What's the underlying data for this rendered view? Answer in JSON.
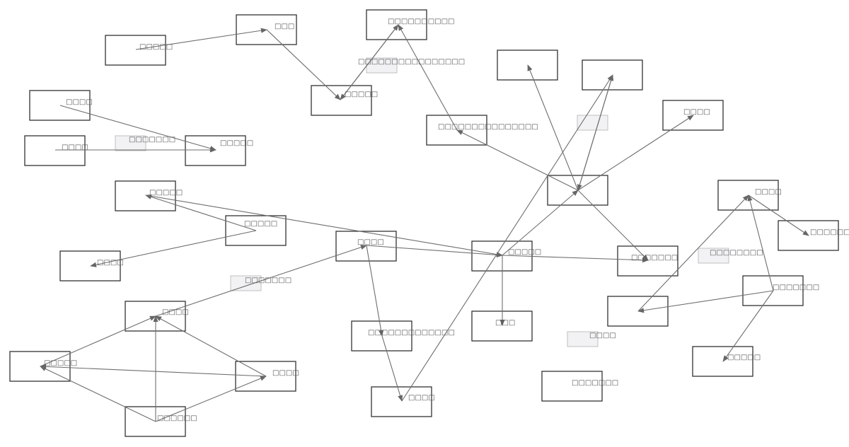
{
  "diagram": {
    "type": "directed-graph",
    "nodes": [
      {
        "id": "n1",
        "label": "□□□□□"
      },
      {
        "id": "n2",
        "label": "□□□"
      },
      {
        "id": "n3",
        "label": "□□□□□□□□□□"
      },
      {
        "id": "n4",
        "label": "□□□□□"
      },
      {
        "id": "n5",
        "label": "□□□□"
      },
      {
        "id": "n6",
        "label": "□□□□"
      },
      {
        "id": "n7",
        "label": "□□□□□"
      },
      {
        "id": "n8",
        "label": "□□□□□"
      },
      {
        "id": "n9",
        "label": "□□□□□"
      },
      {
        "id": "n10",
        "label": "□□□□"
      },
      {
        "id": "n11",
        "label": "□□□□"
      },
      {
        "id": "n12",
        "label": "□□□□"
      },
      {
        "id": "n13",
        "label": "□□□□□"
      },
      {
        "id": "n14",
        "label": "□□□□"
      },
      {
        "id": "n15",
        "label": "□□□□□□"
      },
      {
        "id": "n16",
        "label": "□□□□□□□□□□□□□"
      },
      {
        "id": "n17",
        "label": "□□□□"
      },
      {
        "id": "n18",
        "label": "□□□□□"
      },
      {
        "id": "n19",
        "label": "□□□"
      },
      {
        "id": "n20",
        "label": "□□□□□□□□□□□□□□□"
      },
      {
        "id": "n21",
        "label": ""
      },
      {
        "id": "n22",
        "label": ""
      },
      {
        "id": "n23",
        "label": "□□□□"
      },
      {
        "id": "n24",
        "label": ""
      },
      {
        "id": "n25",
        "label": "□□□□□□□"
      },
      {
        "id": "n26",
        "label": "□□□□"
      },
      {
        "id": "n27",
        "label": "□□□□□□"
      },
      {
        "id": "n28",
        "label": ""
      },
      {
        "id": "n29",
        "label": "□□□□□□□"
      },
      {
        "id": "n30",
        "label": "□□□□□"
      },
      {
        "id": "n31",
        "label": "□□□□□□□"
      }
    ],
    "edges": [
      {
        "from": "n1",
        "to": "n2",
        "label": ""
      },
      {
        "from": "n2",
        "to": "n4",
        "label": ""
      },
      {
        "from": "n4",
        "to": "n3",
        "label": "□□□□□□□□□□□□□□□□"
      },
      {
        "from": "n3",
        "to": "n4",
        "label": ""
      },
      {
        "from": "n5",
        "to": "n7",
        "label": ""
      },
      {
        "from": "n6",
        "to": "n7",
        "label": "□□□□□□□"
      },
      {
        "from": "n9",
        "to": "n8",
        "label": ""
      },
      {
        "from": "n9",
        "to": "n10",
        "label": ""
      },
      {
        "from": "n8",
        "to": "n18",
        "label": ""
      },
      {
        "from": "n14",
        "to": "n11",
        "label": "□□□□□□□"
      },
      {
        "from": "n11",
        "to": "n18",
        "label": ""
      },
      {
        "from": "n13",
        "to": "n14",
        "label": ""
      },
      {
        "from": "n15",
        "to": "n14",
        "label": ""
      },
      {
        "from": "n15",
        "to": "n12",
        "label": ""
      },
      {
        "from": "n15",
        "to": "n13",
        "label": ""
      },
      {
        "from": "n12",
        "to": "n13",
        "label": ""
      },
      {
        "from": "n12",
        "to": "n14",
        "label": ""
      },
      {
        "from": "n11",
        "to": "n16",
        "label": ""
      },
      {
        "from": "n16",
        "to": "n17",
        "label": ""
      },
      {
        "from": "n17",
        "to": "n22",
        "label": ""
      },
      {
        "from": "n18",
        "to": "n19",
        "label": ""
      },
      {
        "from": "n18",
        "to": "n25",
        "label": "□□□□□□□□"
      },
      {
        "from": "n24",
        "to": "n21",
        "label": ""
      },
      {
        "from": "n24",
        "to": "n22",
        "label": ""
      },
      {
        "from": "n22",
        "to": "n24",
        "label": ""
      },
      {
        "from": "n24",
        "to": "n20",
        "label": ""
      },
      {
        "from": "n20",
        "to": "n3",
        "label": ""
      },
      {
        "from": "n24",
        "to": "n23",
        "label": ""
      },
      {
        "from": "n24",
        "to": "n25",
        "label": ""
      },
      {
        "from": "n18",
        "to": "n24",
        "label": ""
      },
      {
        "from": "n26",
        "to": "n27",
        "label": ""
      },
      {
        "from": "n28",
        "to": "n26",
        "label": ""
      },
      {
        "from": "n29",
        "to": "n28",
        "label": ""
      },
      {
        "from": "n29",
        "to": "n26",
        "label": ""
      },
      {
        "from": "n29",
        "to": "n30",
        "label": ""
      }
    ],
    "floating_labels": [
      {
        "id": "fl1",
        "label": "□□□□"
      },
      {
        "id": "fl2",
        "label": ""
      }
    ]
  }
}
